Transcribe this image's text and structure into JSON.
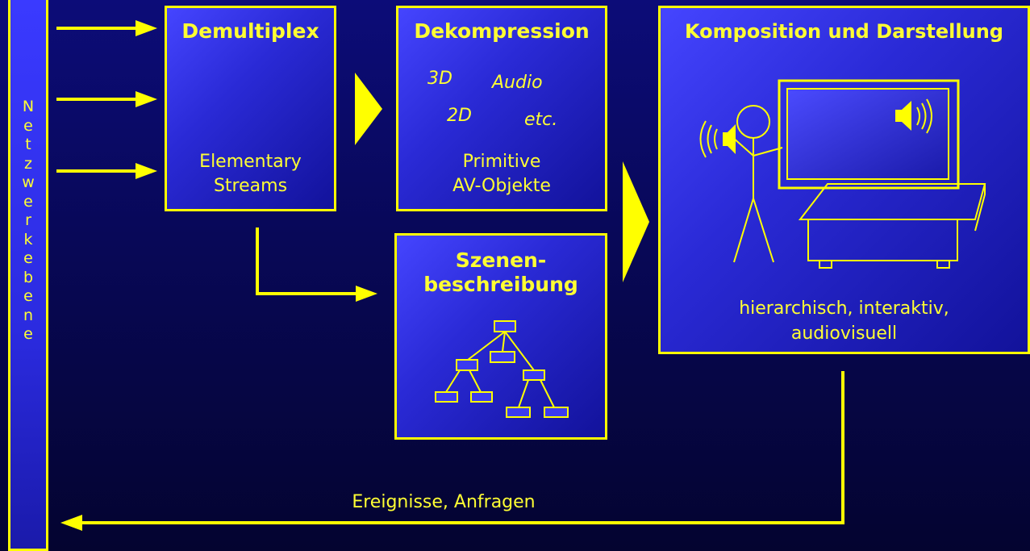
{
  "network_layer": {
    "label_letters": [
      "N",
      "e",
      "t",
      "z",
      "w",
      "e",
      "r",
      "k",
      "e",
      "b",
      "e",
      "n",
      "e"
    ]
  },
  "demultiplex": {
    "title": "Demultiplex",
    "caption_line1": "Elementary",
    "caption_line2": "Streams"
  },
  "decompression": {
    "title": "Dekompression",
    "tags": [
      "3D",
      "Audio",
      "2D",
      "etc."
    ],
    "caption_line1": "Primitive",
    "caption_line2": "AV-Objekte"
  },
  "scene": {
    "title_line1": "Szenen-",
    "title_line2": "beschreibung"
  },
  "composition": {
    "title": "Komposition und Darstellung",
    "caption_line1": "hierarchisch, interaktiv,",
    "caption_line2": "audiovisuell"
  },
  "feedback": {
    "label": "Ereignisse, Anfragen"
  },
  "colors": {
    "accent": "#ffff00",
    "background": "#08085a",
    "box_fill": "#3030e0"
  }
}
